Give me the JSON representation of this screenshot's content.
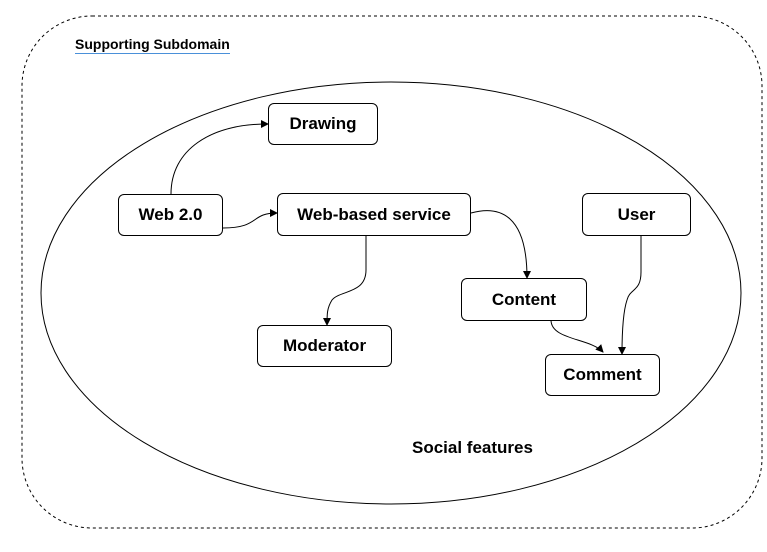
{
  "subdomain": {
    "title": "Supporting Subdomain"
  },
  "area": {
    "label": "Social features"
  },
  "nodes": {
    "drawing": "Drawing",
    "web20": "Web 2.0",
    "web_service": "Web-based service",
    "user": "User",
    "content": "Content",
    "moderator": "Moderator",
    "comment": "Comment"
  },
  "edges": [
    {
      "from": "Web 2.0",
      "to": "Drawing"
    },
    {
      "from": "Web 2.0",
      "to": "Web-based service"
    },
    {
      "from": "Web-based service",
      "to": "Content"
    },
    {
      "from": "Web-based service",
      "to": "Moderator"
    },
    {
      "from": "Content",
      "to": "Comment"
    },
    {
      "from": "User",
      "to": "Comment"
    }
  ]
}
